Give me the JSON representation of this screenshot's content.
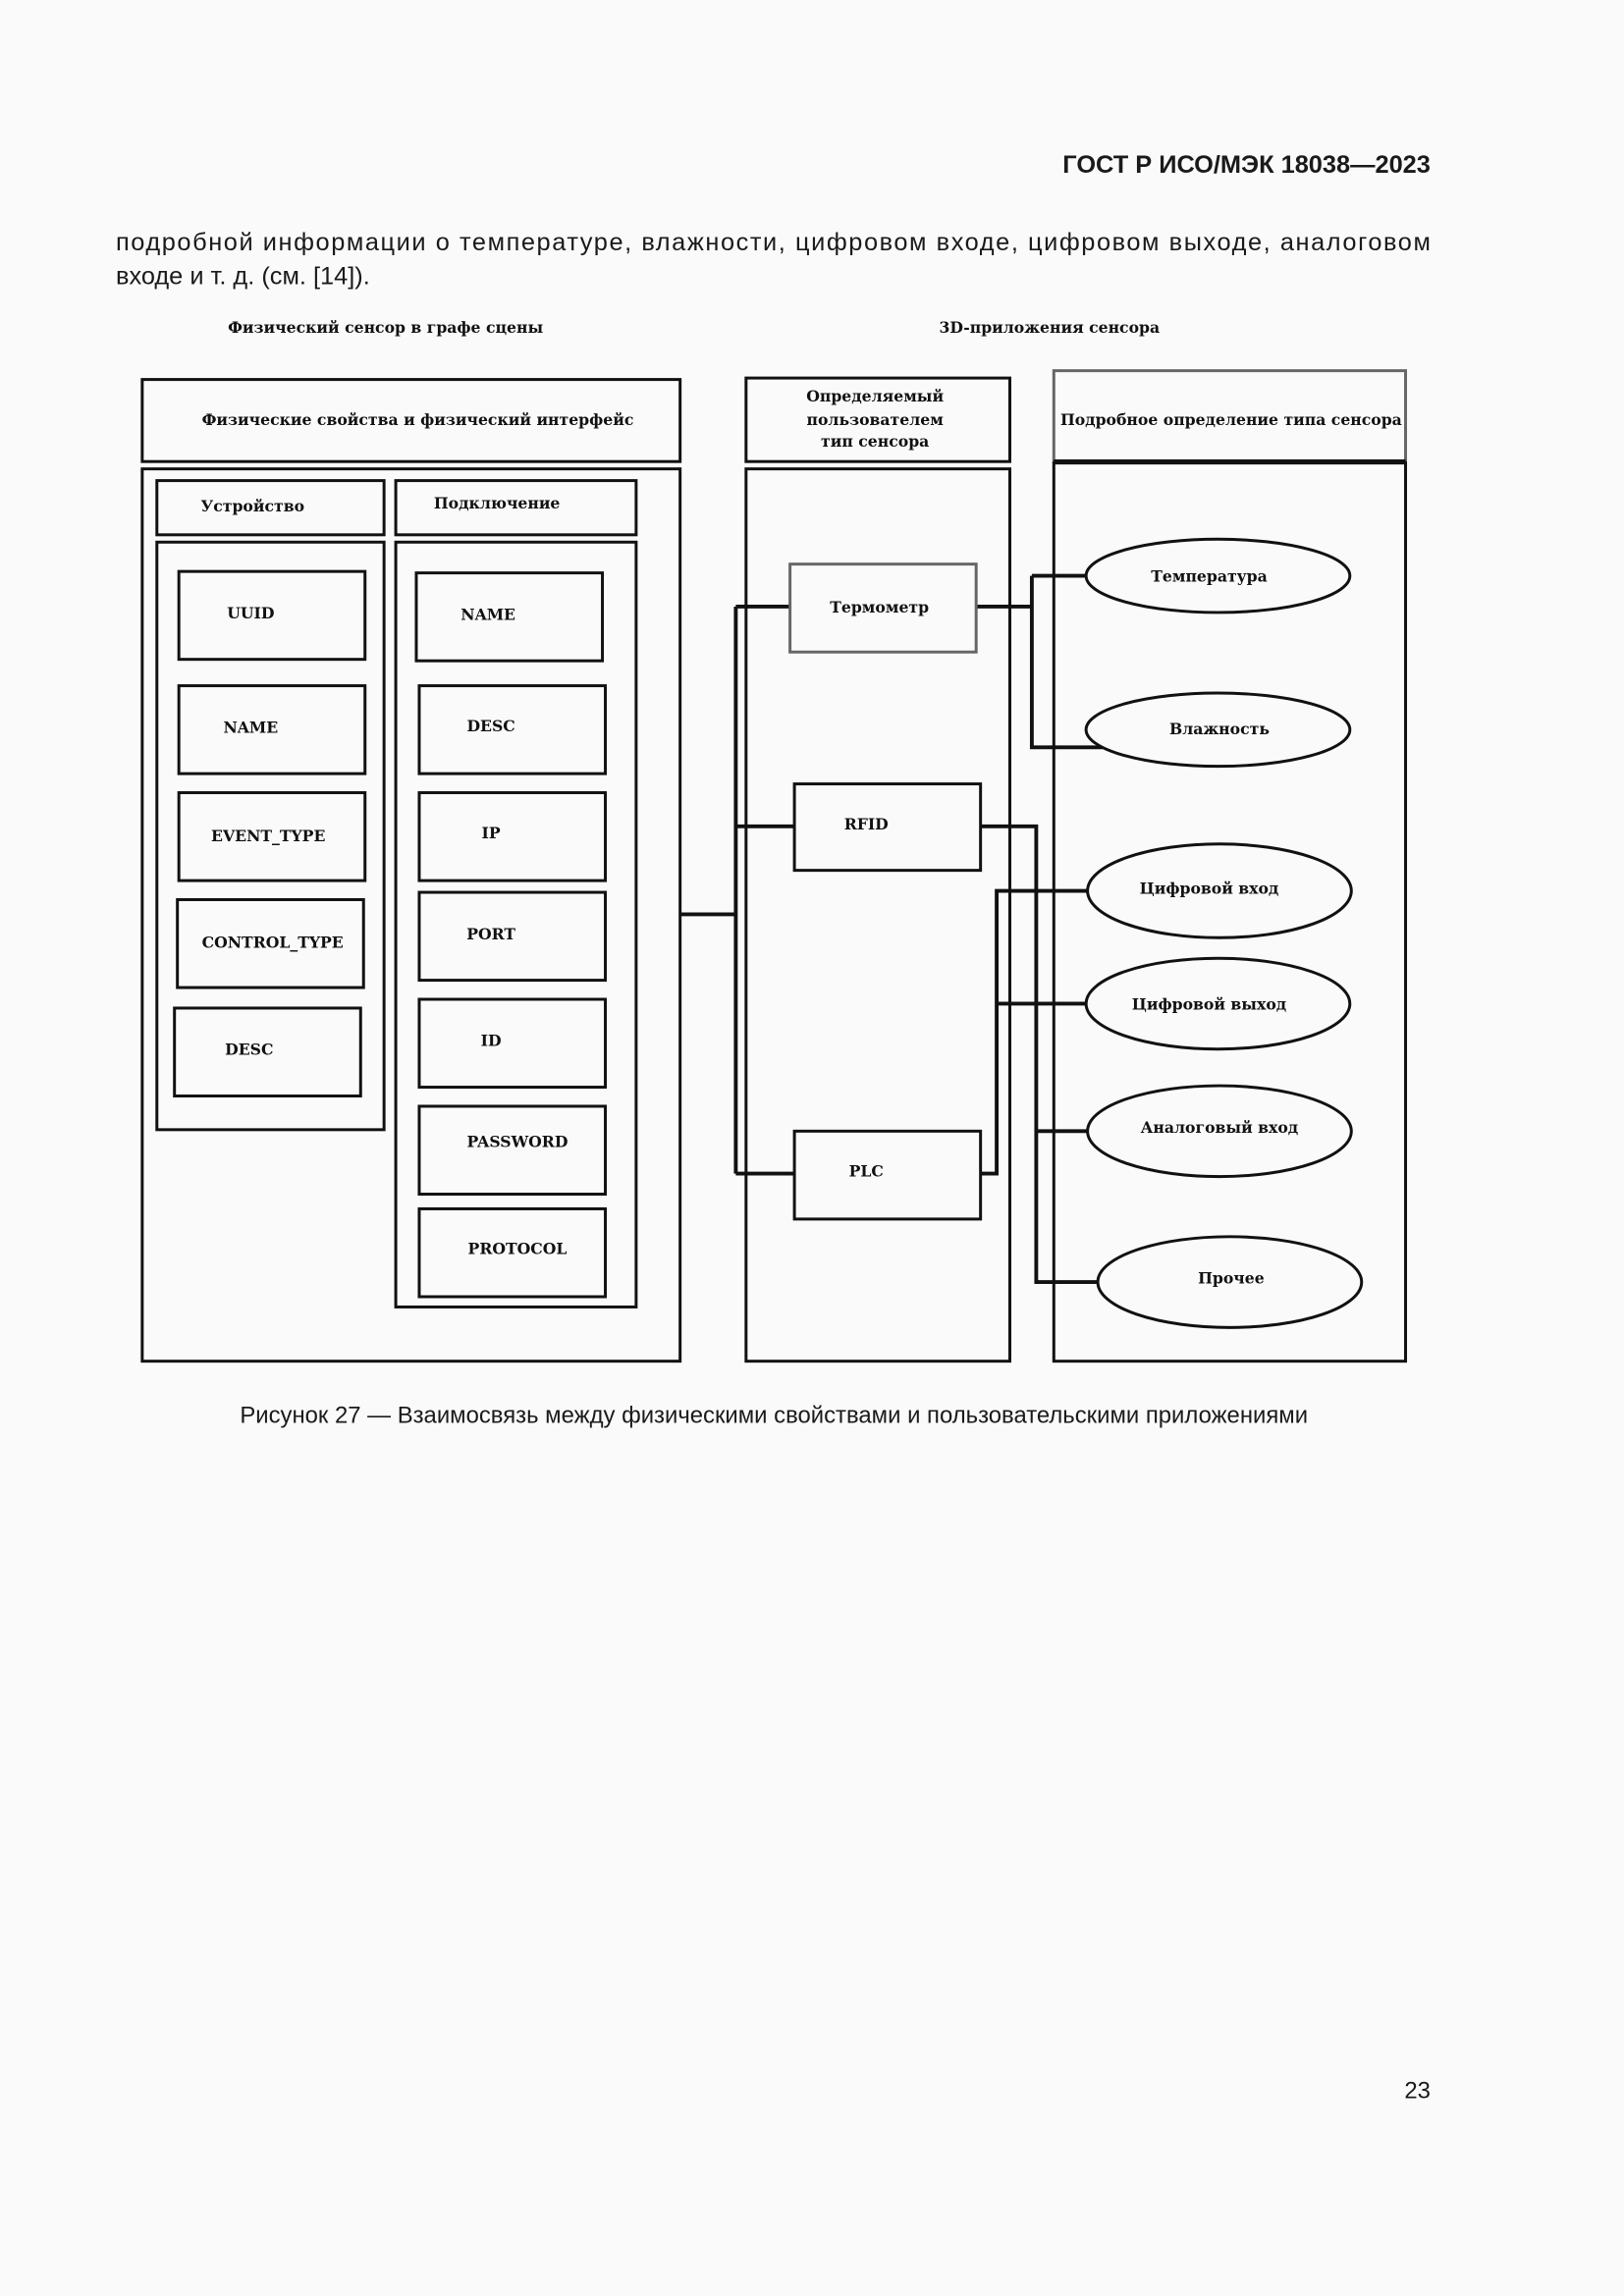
{
  "header": {
    "standard": "ГОСТ Р ИСО/МЭК 18038—2023"
  },
  "body_text": {
    "line1": "подробной информации о температуре, влажности, цифровом входе, цифровом выходе, аналоговом",
    "line2": "входе и т. д. (см. [14])."
  },
  "figure": {
    "left_title": "Физический сенсор в графе сцены",
    "right_title": "3D-приложения сенсора",
    "physical_header": "Физические свойства и физический интерфейс",
    "user_type_header": [
      "Определяемый",
      "пользователем",
      "тип сенсора"
    ],
    "detail_header": "Подробное определение типа сенсора",
    "device": {
      "label": "Устройство",
      "items": [
        "UUID",
        "NAME",
        "EVENT_TYPE",
        "CONTROL_TYPE",
        "DESC"
      ]
    },
    "connection": {
      "label": "Подключение",
      "items": [
        "NAME",
        "DESC",
        "IP",
        "PORT",
        "ID",
        "PASSWORD",
        "PROTOCOL"
      ]
    },
    "sensor_types": [
      "Термометр",
      "RFID",
      "PLC"
    ],
    "details": [
      "Температура",
      "Влажность",
      "Цифровой вход",
      "Цифровой выход",
      "Аналоговый вход",
      "Прочее"
    ],
    "caption": "Рисунок 27 — Взаимосвязь между физическими свойствами и пользовательскими приложениями"
  },
  "page_number": "23"
}
